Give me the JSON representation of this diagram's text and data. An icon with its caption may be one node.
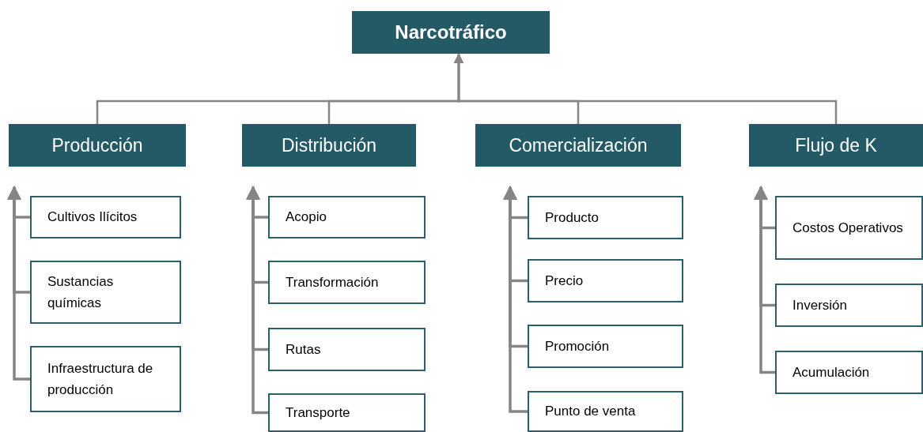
{
  "diagram": {
    "nodes": [
      {
        "text": [
          "Narcotráfico"
        ]
      },
      {
        "text": [
          "Producción"
        ]
      },
      {
        "text": [
          "Distribución"
        ]
      },
      {
        "text": [
          "Comercialización"
        ]
      },
      {
        "text": [
          "Flujo de K"
        ]
      },
      {
        "text": [
          "Cultivos Ilícitos"
        ]
      },
      {
        "text": [
          "Sustancias químicas"
        ]
      },
      {
        "text": [
          "Infraestructura de producción"
        ]
      },
      {
        "text": [
          "Acopio"
        ]
      },
      {
        "text": [
          "Transformación"
        ]
      },
      {
        "text": [
          "Rutas"
        ]
      },
      {
        "text": [
          "Transporte"
        ]
      },
      {
        "text": [
          "Producto"
        ]
      },
      {
        "text": [
          "Precio"
        ]
      },
      {
        "text": [
          "Promoción"
        ]
      },
      {
        "text": [
          "Punto de venta"
        ]
      },
      {
        "text": [
          "Costos Operativos"
        ]
      },
      {
        "text": [
          "Inversión"
        ]
      },
      {
        "text": [
          "Acumulación"
        ]
      }
    ],
    "edges": [
      {
        "from": 1,
        "to": 0,
        "arrow": "to"
      },
      {
        "from": 2,
        "to": 0,
        "arrow": "to"
      },
      {
        "from": 3,
        "to": 0,
        "arrow": "to"
      },
      {
        "from": 4,
        "to": 0,
        "arrow": "to"
      },
      {
        "from": 5,
        "to": 1,
        "arrow": "to"
      },
      {
        "from": 6,
        "to": 1,
        "arrow": "to"
      },
      {
        "from": 7,
        "to": 1,
        "arrow": "to"
      },
      {
        "from": 8,
        "to": 2,
        "arrow": "to"
      },
      {
        "from": 9,
        "to": 2,
        "arrow": "to"
      },
      {
        "from": 10,
        "to": 2,
        "arrow": "to"
      },
      {
        "from": 11,
        "to": 2,
        "arrow": "to"
      },
      {
        "from": 12,
        "to": 3,
        "arrow": "to"
      },
      {
        "from": 13,
        "to": 3,
        "arrow": "to"
      },
      {
        "from": 14,
        "to": 3,
        "arrow": "to"
      },
      {
        "from": 15,
        "to": 3,
        "arrow": "to"
      },
      {
        "from": 16,
        "to": 4,
        "arrow": "to"
      },
      {
        "from": 17,
        "to": 4,
        "arrow": "to"
      },
      {
        "from": 18,
        "to": 4,
        "arrow": "to"
      }
    ]
  }
}
